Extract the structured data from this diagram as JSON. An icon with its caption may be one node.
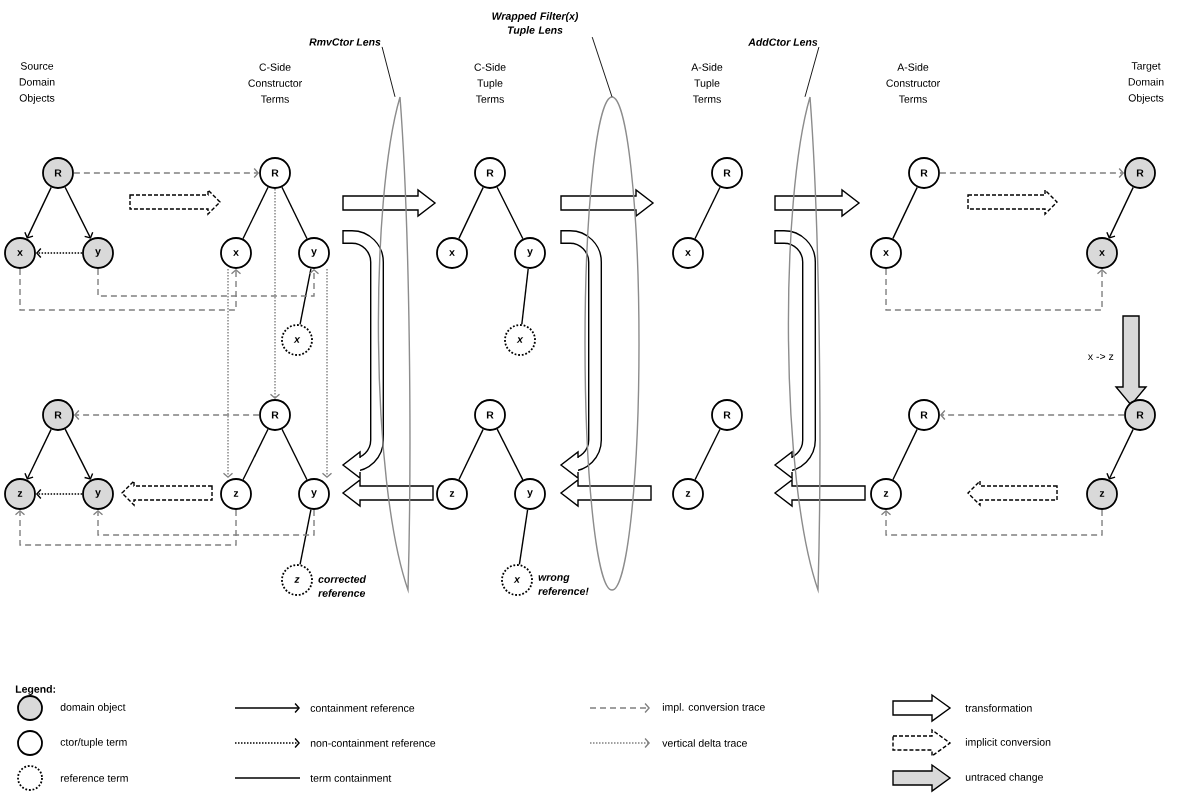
{
  "diagram": {
    "nodes": [
      {
        "text": [
          "R"
        ]
      },
      {
        "text": [
          "x"
        ]
      },
      {
        "text": [
          "y"
        ]
      },
      {
        "text": [
          "R"
        ]
      },
      {
        "text": [
          "x"
        ]
      },
      {
        "text": [
          "y"
        ]
      },
      {
        "text": [
          "x"
        ]
      },
      {
        "text": [
          "R"
        ]
      },
      {
        "text": [
          "x"
        ]
      },
      {
        "text": [
          "y"
        ]
      },
      {
        "text": [
          "x"
        ]
      },
      {
        "text": [
          "R"
        ]
      },
      {
        "text": [
          "x"
        ]
      },
      {
        "text": [
          "R"
        ]
      },
      {
        "text": [
          "x"
        ]
      },
      {
        "text": [
          "R"
        ]
      },
      {
        "text": [
          "x"
        ]
      },
      {
        "text": [
          "R"
        ]
      },
      {
        "text": [
          "z"
        ]
      },
      {
        "text": [
          "y"
        ]
      },
      {
        "text": [
          "R"
        ]
      },
      {
        "text": [
          "z"
        ]
      },
      {
        "text": [
          "y"
        ]
      },
      {
        "text": [
          "z"
        ],
        "beside": [
          "corrected reference"
        ]
      },
      {
        "text": [
          "R"
        ]
      },
      {
        "text": [
          "z"
        ]
      },
      {
        "text": [
          "y"
        ]
      },
      {
        "text": [
          "x"
        ],
        "beside": [
          "wrong reference!"
        ]
      },
      {
        "text": [
          "R"
        ]
      },
      {
        "text": [
          "z"
        ]
      },
      {
        "text": [
          "R"
        ]
      },
      {
        "text": [
          "z"
        ]
      },
      {
        "text": [
          "R"
        ]
      },
      {
        "text": [
          "z"
        ]
      },
      {
        "text": [
          "RmvCtor Lens"
        ]
      },
      {
        "text": [
          "Wrapped Filter(x) Tuple Lens"
        ]
      },
      {
        "text": [
          "AddCtor Lens"
        ]
      },
      {
        "text": [],
        "shape": "ellipse"
      },
      {
        "text": [],
        "shape": "ellipse"
      },
      {
        "text": [],
        "shape": "ellipse"
      }
    ],
    "edges": [
      {
        "from": 0,
        "to": 1,
        "arrow": "to"
      },
      {
        "from": 0,
        "to": 2,
        "arrow": "to"
      },
      {
        "from": 2,
        "to": 1,
        "arrow": "to",
        "style": "dashed"
      },
      {
        "from": 3,
        "to": 4,
        "arrow": "none"
      },
      {
        "from": 3,
        "to": 5,
        "arrow": "none"
      },
      {
        "from": 5,
        "to": 6,
        "arrow": "none"
      },
      {
        "from": 7,
        "to": 8,
        "arrow": "none"
      },
      {
        "from": 7,
        "to": 9,
        "arrow": "none"
      },
      {
        "from": 9,
        "to": 10,
        "arrow": "none"
      },
      {
        "from": 11,
        "to": 12,
        "arrow": "none"
      },
      {
        "from": 13,
        "to": 14,
        "arrow": "none"
      },
      {
        "from": 15,
        "to": 16,
        "arrow": "to"
      },
      {
        "from": 17,
        "to": 18,
        "arrow": "to"
      },
      {
        "from": 17,
        "to": 19,
        "arrow": "to"
      },
      {
        "from": 19,
        "to": 18,
        "arrow": "to",
        "style": "dashed"
      },
      {
        "from": 20,
        "to": 21,
        "arrow": "none"
      },
      {
        "from": 20,
        "to": 22,
        "arrow": "none"
      },
      {
        "from": 22,
        "to": 23,
        "arrow": "none"
      },
      {
        "from": 24,
        "to": 25,
        "arrow": "none"
      },
      {
        "from": 24,
        "to": 26,
        "arrow": "none"
      },
      {
        "from": 26,
        "to": 27,
        "arrow": "none"
      },
      {
        "from": 28,
        "to": 29,
        "arrow": "none"
      },
      {
        "from": 30,
        "to": 31,
        "arrow": "none"
      },
      {
        "from": 32,
        "to": 33,
        "arrow": "to"
      },
      {
        "from": 0,
        "to": 3,
        "arrow": "to",
        "style": "dashed",
        "color": "#808080"
      },
      {
        "from": 1,
        "to": 4,
        "arrow": "to",
        "style": "dashed",
        "color": "#808080"
      },
      {
        "from": 2,
        "to": 5,
        "arrow": "to",
        "style": "dashed",
        "color": "#808080"
      },
      {
        "from": 13,
        "to": 15,
        "arrow": "to",
        "style": "dashed",
        "color": "#808080"
      },
      {
        "from": 14,
        "to": 16,
        "arrow": "to",
        "style": "dashed",
        "color": "#808080"
      },
      {
        "from": 20,
        "to": 17,
        "arrow": "to",
        "style": "dashed",
        "color": "#808080"
      },
      {
        "from": 21,
        "to": 18,
        "arrow": "to",
        "style": "dashed",
        "color": "#808080"
      },
      {
        "from": 22,
        "to": 19,
        "arrow": "to",
        "style": "dashed",
        "color": "#808080"
      },
      {
        "from": 32,
        "to": 30,
        "arrow": "to",
        "style": "dashed",
        "color": "#808080"
      },
      {
        "from": 33,
        "to": 31,
        "arrow": "to",
        "style": "dashed",
        "color": "#808080"
      },
      {
        "from": 3,
        "to": 20,
        "arrow": "to",
        "style": "dashed",
        "color": "#808080"
      },
      {
        "from": 4,
        "to": 21,
        "arrow": "to",
        "style": "dashed",
        "color": "#808080"
      },
      {
        "from": 5,
        "to": 22,
        "arrow": "to",
        "style": "dashed",
        "color": "#808080"
      },
      {
        "from": 34,
        "to": 37,
        "arrow": "none"
      },
      {
        "from": 35,
        "to": 38,
        "arrow": "none"
      },
      {
        "from": 36,
        "to": 39,
        "arrow": "none"
      }
    ],
    "labels": [
      "Source Domain Objects",
      "C-Side Constructor Terms",
      "C-Side Tuple Terms",
      "A-Side Tuple Terms",
      "A-Side Constructor Terms",
      "Target Domain Objects",
      "x -> z",
      "Legend:"
    ],
    "legend": [
      {
        "text": "domain object"
      },
      {
        "text": "containment reference"
      },
      {
        "text": "impl. conversion trace"
      },
      {
        "text": "transformation"
      },
      {
        "text": "ctor/tuple term"
      },
      {
        "text": "non-containment reference"
      },
      {
        "text": "vertical delta trace"
      },
      {
        "text": "implicit conversion"
      },
      {
        "text": "reference term"
      },
      {
        "text": "term containment"
      },
      {
        "text": "untraced change"
      }
    ]
  }
}
